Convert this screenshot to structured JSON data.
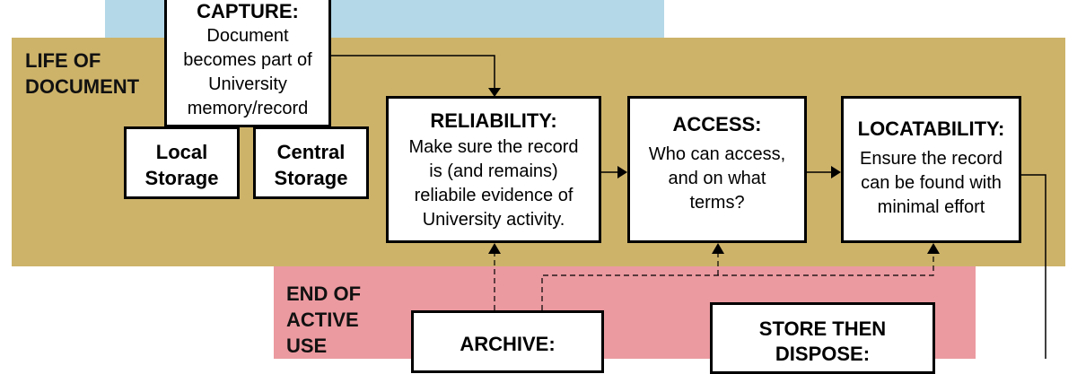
{
  "colors": {
    "planning_zone": "#b4d8e8",
    "life_zone": "#cdb36a",
    "end_zone": "#eb9aa0",
    "box_fill": "#ffffff",
    "border": "#000000"
  },
  "zones": {
    "life": "LIFE OF\nDOCUMENT",
    "end": "END OF\nACTIVE\nUSE"
  },
  "boxes": {
    "capture": {
      "title": "CAPTURE:",
      "body": "Document\nbecomes part of\nUniversity\nmemory/record"
    },
    "local_storage": {
      "label": "Local\nStorage"
    },
    "central_storage": {
      "label": "Central\nStorage"
    },
    "reliability": {
      "title": "RELIABILITY:",
      "body": "Make sure the record\nis (and remains)\nreliabile evidence of\nUniversity activity."
    },
    "access": {
      "title": "ACCESS:",
      "body": "Who can access,\nand on what\nterms?"
    },
    "locatability": {
      "title": "LOCATABILITY:",
      "body": "Ensure the record\ncan be found with\nminimal effort"
    },
    "archive": {
      "title": "ARCHIVE:"
    },
    "store_then_dispose": {
      "title": "STORE THEN\nDISPOSE:"
    }
  }
}
